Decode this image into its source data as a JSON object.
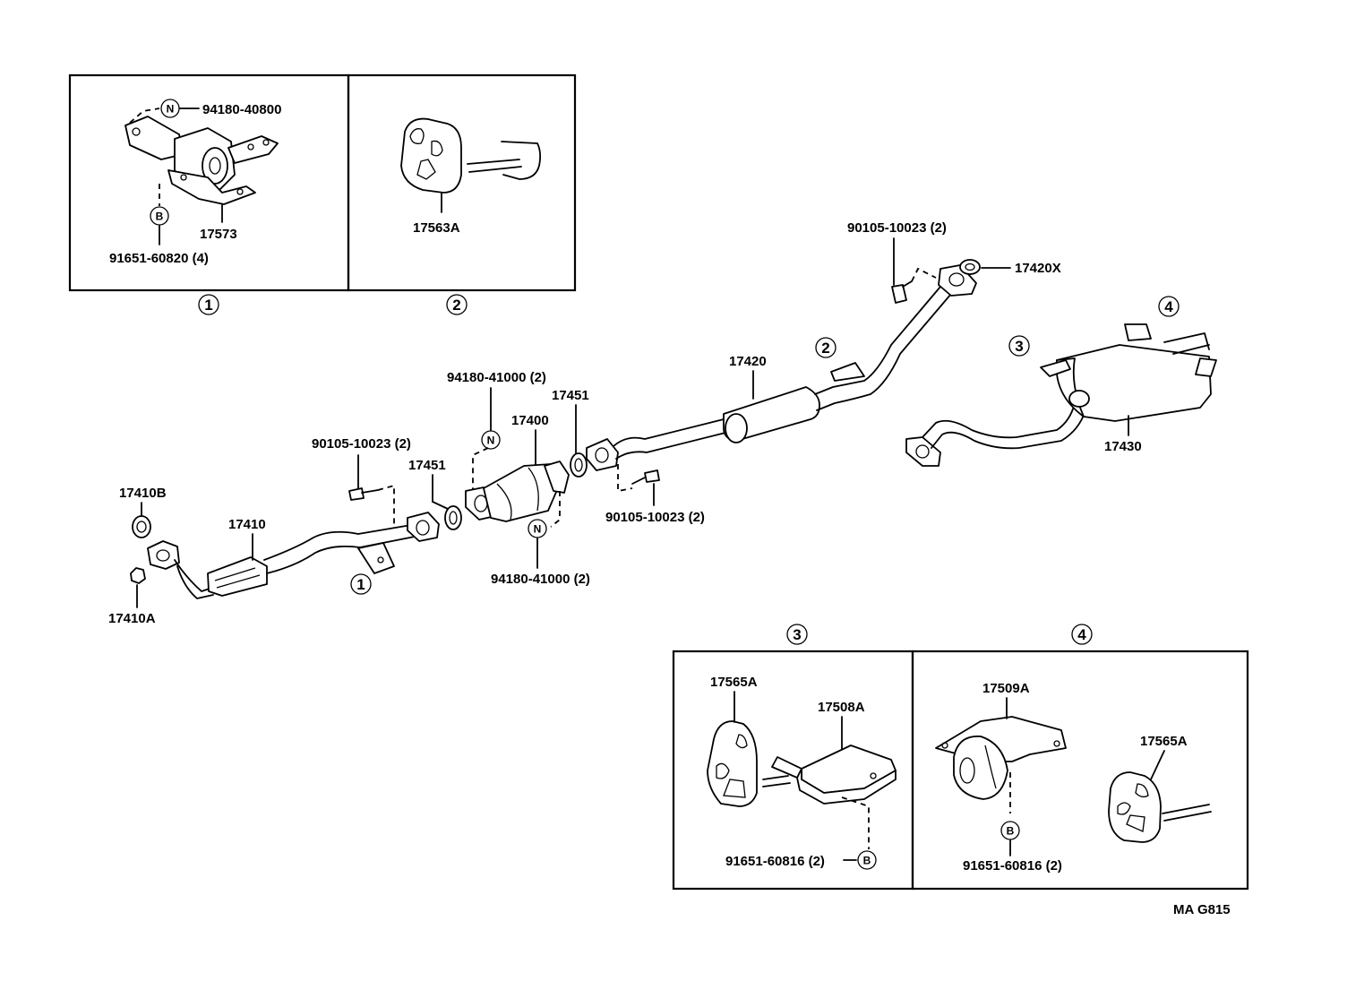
{
  "diagram_code": "MA G815",
  "parts": {
    "p17410B": "17410B",
    "p17410A": "17410A",
    "p17410": "17410",
    "p90105_left": "90105-10023 (2)",
    "p17451_left": "17451",
    "p94180_top": "94180-41000 (2)",
    "p17400": "17400",
    "p17451_right": "17451",
    "p94180_bottom": "94180-41000 (2)",
    "p90105_center": "90105-10023 (2)",
    "p17420": "17420",
    "p90105_right": "90105-10023 (2)",
    "p17420X": "17420X",
    "p17430": "17430"
  },
  "callouts": {
    "c1": "1",
    "c2": "2",
    "c3": "3",
    "c4": "4"
  },
  "letter_marks": {
    "n": "N",
    "b": "B"
  },
  "detail_1": {
    "label": "1",
    "bolt": "94180-40800",
    "bracket": "17573",
    "screws": "91651-60820 (4)"
  },
  "detail_2": {
    "label": "2",
    "hanger": "17563A"
  },
  "detail_3": {
    "label": "3",
    "hanger": "17565A",
    "bracket": "17508A",
    "screws": "91651-60816 (2)"
  },
  "detail_4": {
    "label": "4",
    "bracket": "17509A",
    "hanger": "17565A",
    "screws": "91651-60816 (2)"
  }
}
